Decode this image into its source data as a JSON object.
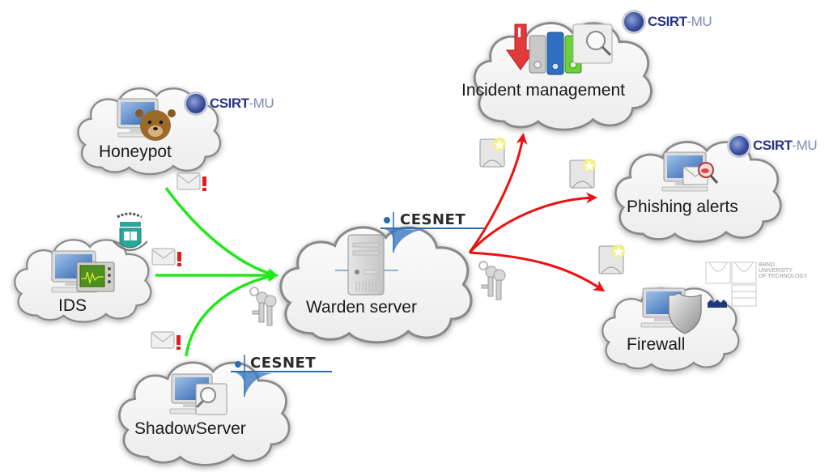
{
  "diagram": {
    "title": "Warden system architecture",
    "nodes": {
      "honeypot": {
        "label": "Honeypot",
        "icon": "honeypot-bear-icon",
        "logo": "csirt-mu"
      },
      "ids": {
        "label": "IDS",
        "icon": "ids-monitor-icon",
        "logo": "university-crest"
      },
      "shadowserver": {
        "label": "ShadowServer",
        "icon": "search-computer-icon",
        "logo": "cesnet"
      },
      "warden": {
        "label": "Warden server",
        "icon": "server-icon",
        "logo": "cesnet"
      },
      "incident": {
        "label": "Incident management",
        "icon": "binders-icon",
        "logo": "csirt-mu"
      },
      "phishing": {
        "label": "Phishing alerts",
        "icon": "phishing-computer-icon",
        "logo": "csirt-mu"
      },
      "firewall": {
        "label": "Firewall",
        "icon": "shield-computer-icon",
        "logo": "brno-ut"
      }
    },
    "edges": [
      {
        "from": "honeypot",
        "to": "warden",
        "color": "#22e81b",
        "type": "report"
      },
      {
        "from": "ids",
        "to": "warden",
        "color": "#22e81b",
        "type": "report"
      },
      {
        "from": "shadowserver",
        "to": "warden",
        "color": "#22e81b",
        "type": "report"
      },
      {
        "from": "warden",
        "to": "incident",
        "color": "#ee1111",
        "type": "distribute"
      },
      {
        "from": "warden",
        "to": "phishing",
        "color": "#ee1111",
        "type": "distribute"
      },
      {
        "from": "warden",
        "to": "firewall",
        "color": "#ee1111",
        "type": "distribute"
      }
    ],
    "logos": {
      "csirt_main": "CSIRT",
      "csirt_suffix": "-MU",
      "cesnet": "CESNET",
      "brno_line1": "BRNO",
      "brno_line2": "UNIVERSITY",
      "brno_line3": "OF TECHNOLOGY"
    },
    "colors": {
      "incoming_arrow": "#22e81b",
      "outgoing_arrow": "#ee1111",
      "cloud_fill": "#f4f4f4",
      "cloud_stroke": "#8a8a8a"
    }
  }
}
